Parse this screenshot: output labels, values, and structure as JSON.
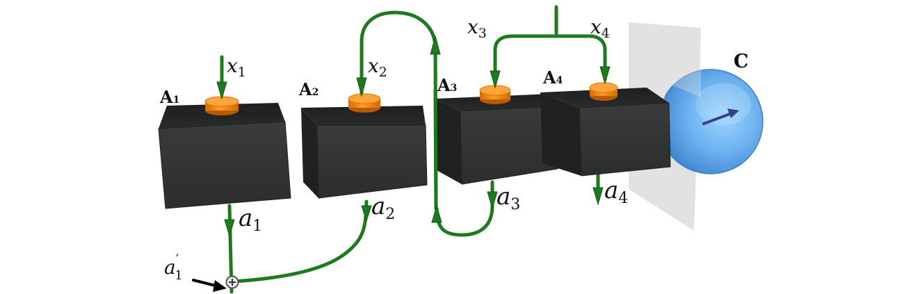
{
  "boxes": [
    {
      "letter": "A",
      "index": "1"
    },
    {
      "letter": "A",
      "index": "2"
    },
    {
      "letter": "A",
      "index": "3"
    },
    {
      "letter": "A",
      "index": "4"
    }
  ],
  "inputs": [
    {
      "var": "x",
      "index": "1"
    },
    {
      "var": "x",
      "index": "2"
    },
    {
      "var": "x",
      "index": "3"
    },
    {
      "var": "x",
      "index": "4"
    }
  ],
  "outputs": [
    {
      "var": "a",
      "index": "1"
    },
    {
      "var": "a",
      "index": "2"
    },
    {
      "var": "a",
      "index": "3"
    },
    {
      "var": "a",
      "index": "4"
    }
  ],
  "combined": {
    "var": "a",
    "prime": "′",
    "index": "1"
  },
  "sphere_label": "C",
  "colors": {
    "wire": "#1f7a1f",
    "box": "#2f2f2f",
    "knob": "#f08a16",
    "sphere": "#6fb3f0",
    "plane": "#d9d9d9"
  }
}
